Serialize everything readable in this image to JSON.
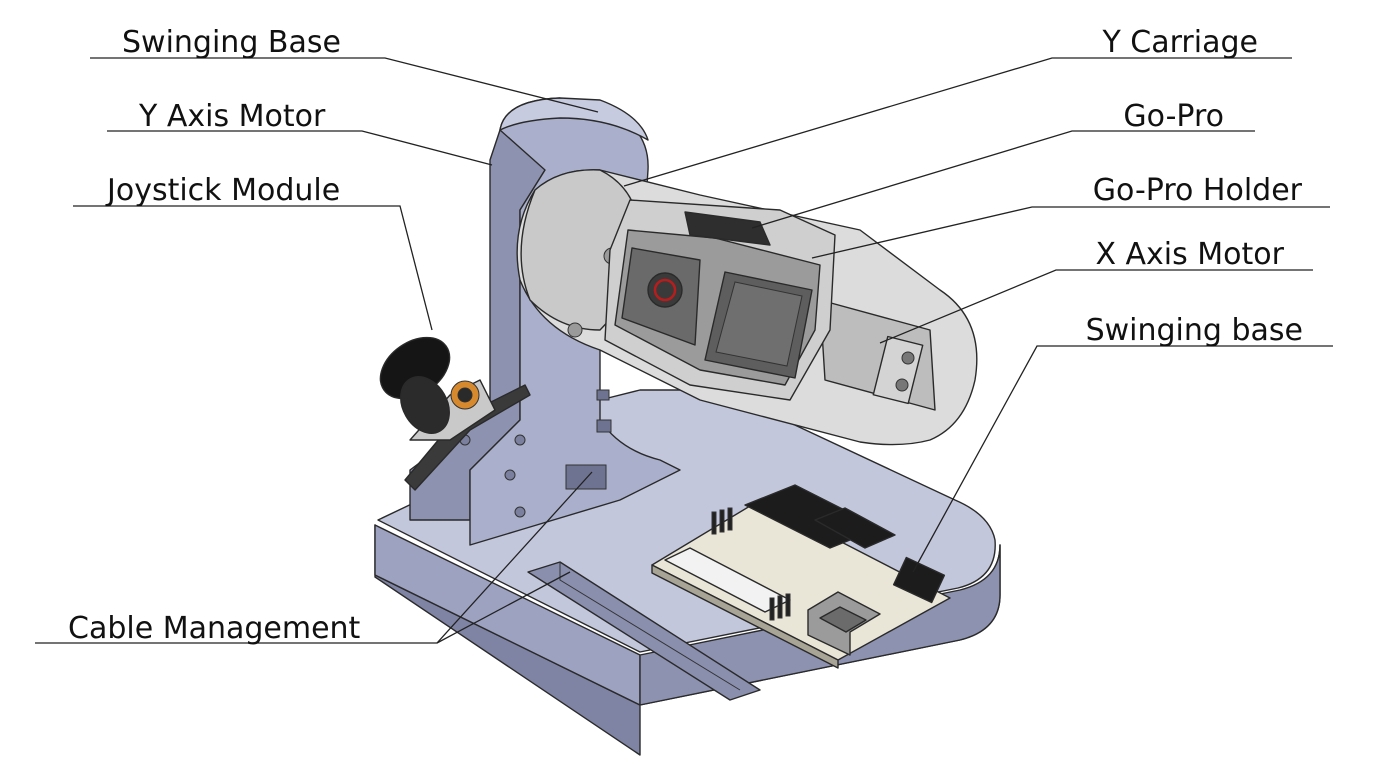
{
  "labels": {
    "swinging_base_top": "Swinging Base",
    "y_axis_motor": "Y Axis Motor",
    "joystick_module": "Joystick Module",
    "cable_management": "Cable Management",
    "y_carriage": "Y Carriage",
    "go_pro": "Go-Pro",
    "go_pro_holder": "Go-Pro Holder",
    "x_axis_motor": "X Axis Motor",
    "swinging_base_right": "Swinging base"
  },
  "colors": {
    "base_face": "#a9aec9",
    "base_top": "#c3c7dc",
    "base_side": "#8d92b0",
    "carriage": "#dcdcdc",
    "carriage_shade": "#bdbdbd",
    "board": "#e9e6d8",
    "header_black": "#1c1c1c",
    "camera_glass": "#5e5e5e",
    "lens_ring": "#b81d1d"
  },
  "icons": [
    "joystick-knob-icon",
    "usb-port-icon",
    "camera-lens-icon"
  ]
}
